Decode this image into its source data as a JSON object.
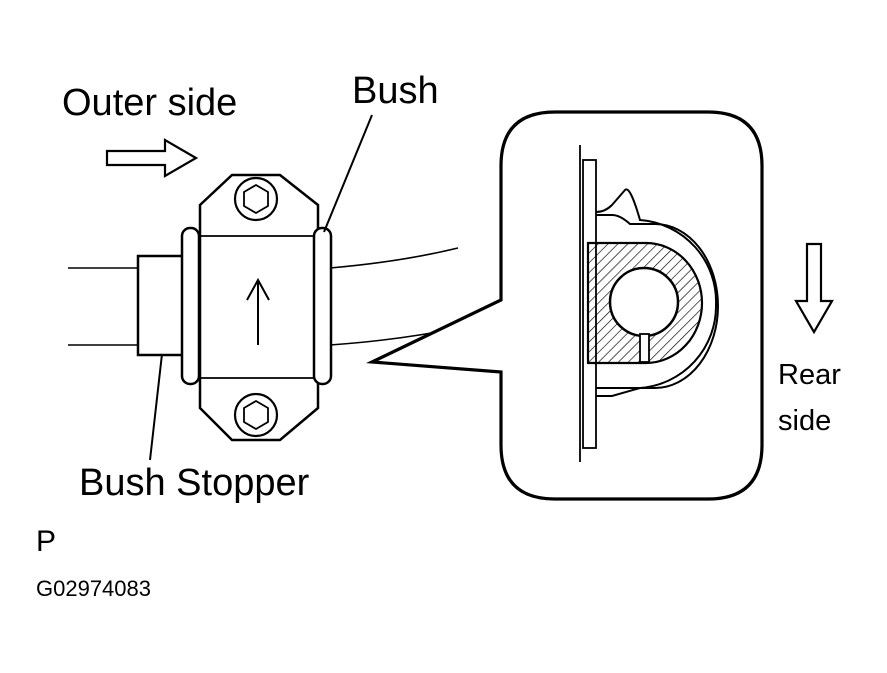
{
  "labels": {
    "outer_side": "Outer side",
    "bush": "Bush",
    "bush_stopper": "Bush Stopper",
    "rear_side_line1": "Rear",
    "rear_side_line2": "side",
    "view_letter": "P",
    "figure_code": "G02974083"
  },
  "colors": {
    "line": "#000000",
    "background": "#ffffff"
  },
  "icons": {
    "outer_side_arrow": "arrow-right-icon",
    "rear_side_arrow": "arrow-down-icon",
    "orientation_arrow": "arrow-up-icon"
  }
}
